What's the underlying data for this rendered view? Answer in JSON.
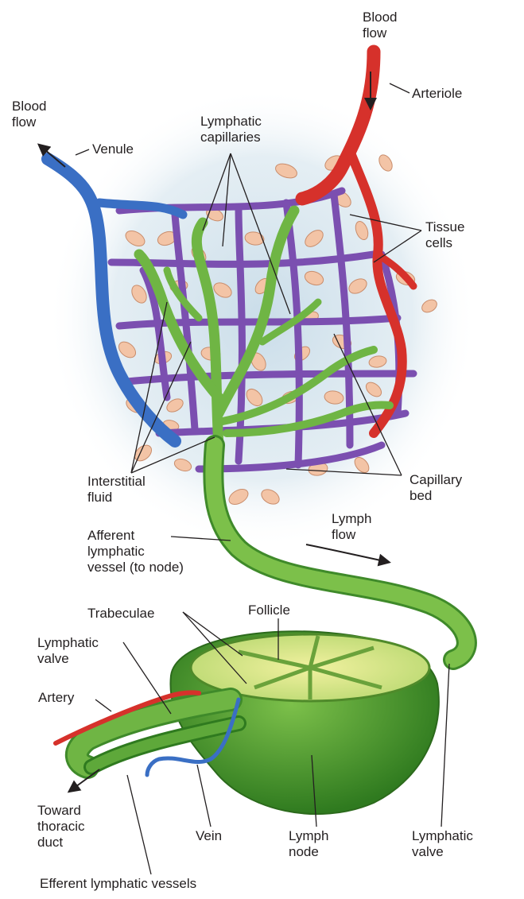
{
  "labels": {
    "blood_flow_in": "Blood\nflow",
    "arteriole": "Arteriole",
    "blood_flow_out": "Blood\nflow",
    "venule": "Venule",
    "lymphatic_capillaries": "Lymphatic\ncapillaries",
    "tissue_cells": "Tissue\ncells",
    "interstitial_fluid": "Interstitial\nfluid",
    "capillary_bed": "Capillary\nbed",
    "afferent_vessel": "Afferent\nlymphatic\nvessel (to node)",
    "lymph_flow": "Lymph\nflow",
    "trabeculae": "Trabeculae",
    "follicle": "Follicle",
    "lymphatic_valve_left": "Lymphatic\nvalve",
    "artery": "Artery",
    "toward_thoracic_duct": "Toward\nthoracic\nduct",
    "vein": "Vein",
    "lymph_node": "Lymph\nnode",
    "lymphatic_valve_right": "Lymphatic\nvalve",
    "efferent_vessels": "Efferent lymphatic vessels"
  },
  "colors": {
    "artery_red": "#d6312b",
    "vein_blue": "#3a6fc4",
    "capillary_purple": "#7b4fb0",
    "lymph_green": "#6fb544",
    "lymph_green_dark": "#3f8a2a",
    "node_green": "#4f9a2e",
    "tissue_cell": "#f3c4a6",
    "fluid_glow": "#c9dce8"
  }
}
